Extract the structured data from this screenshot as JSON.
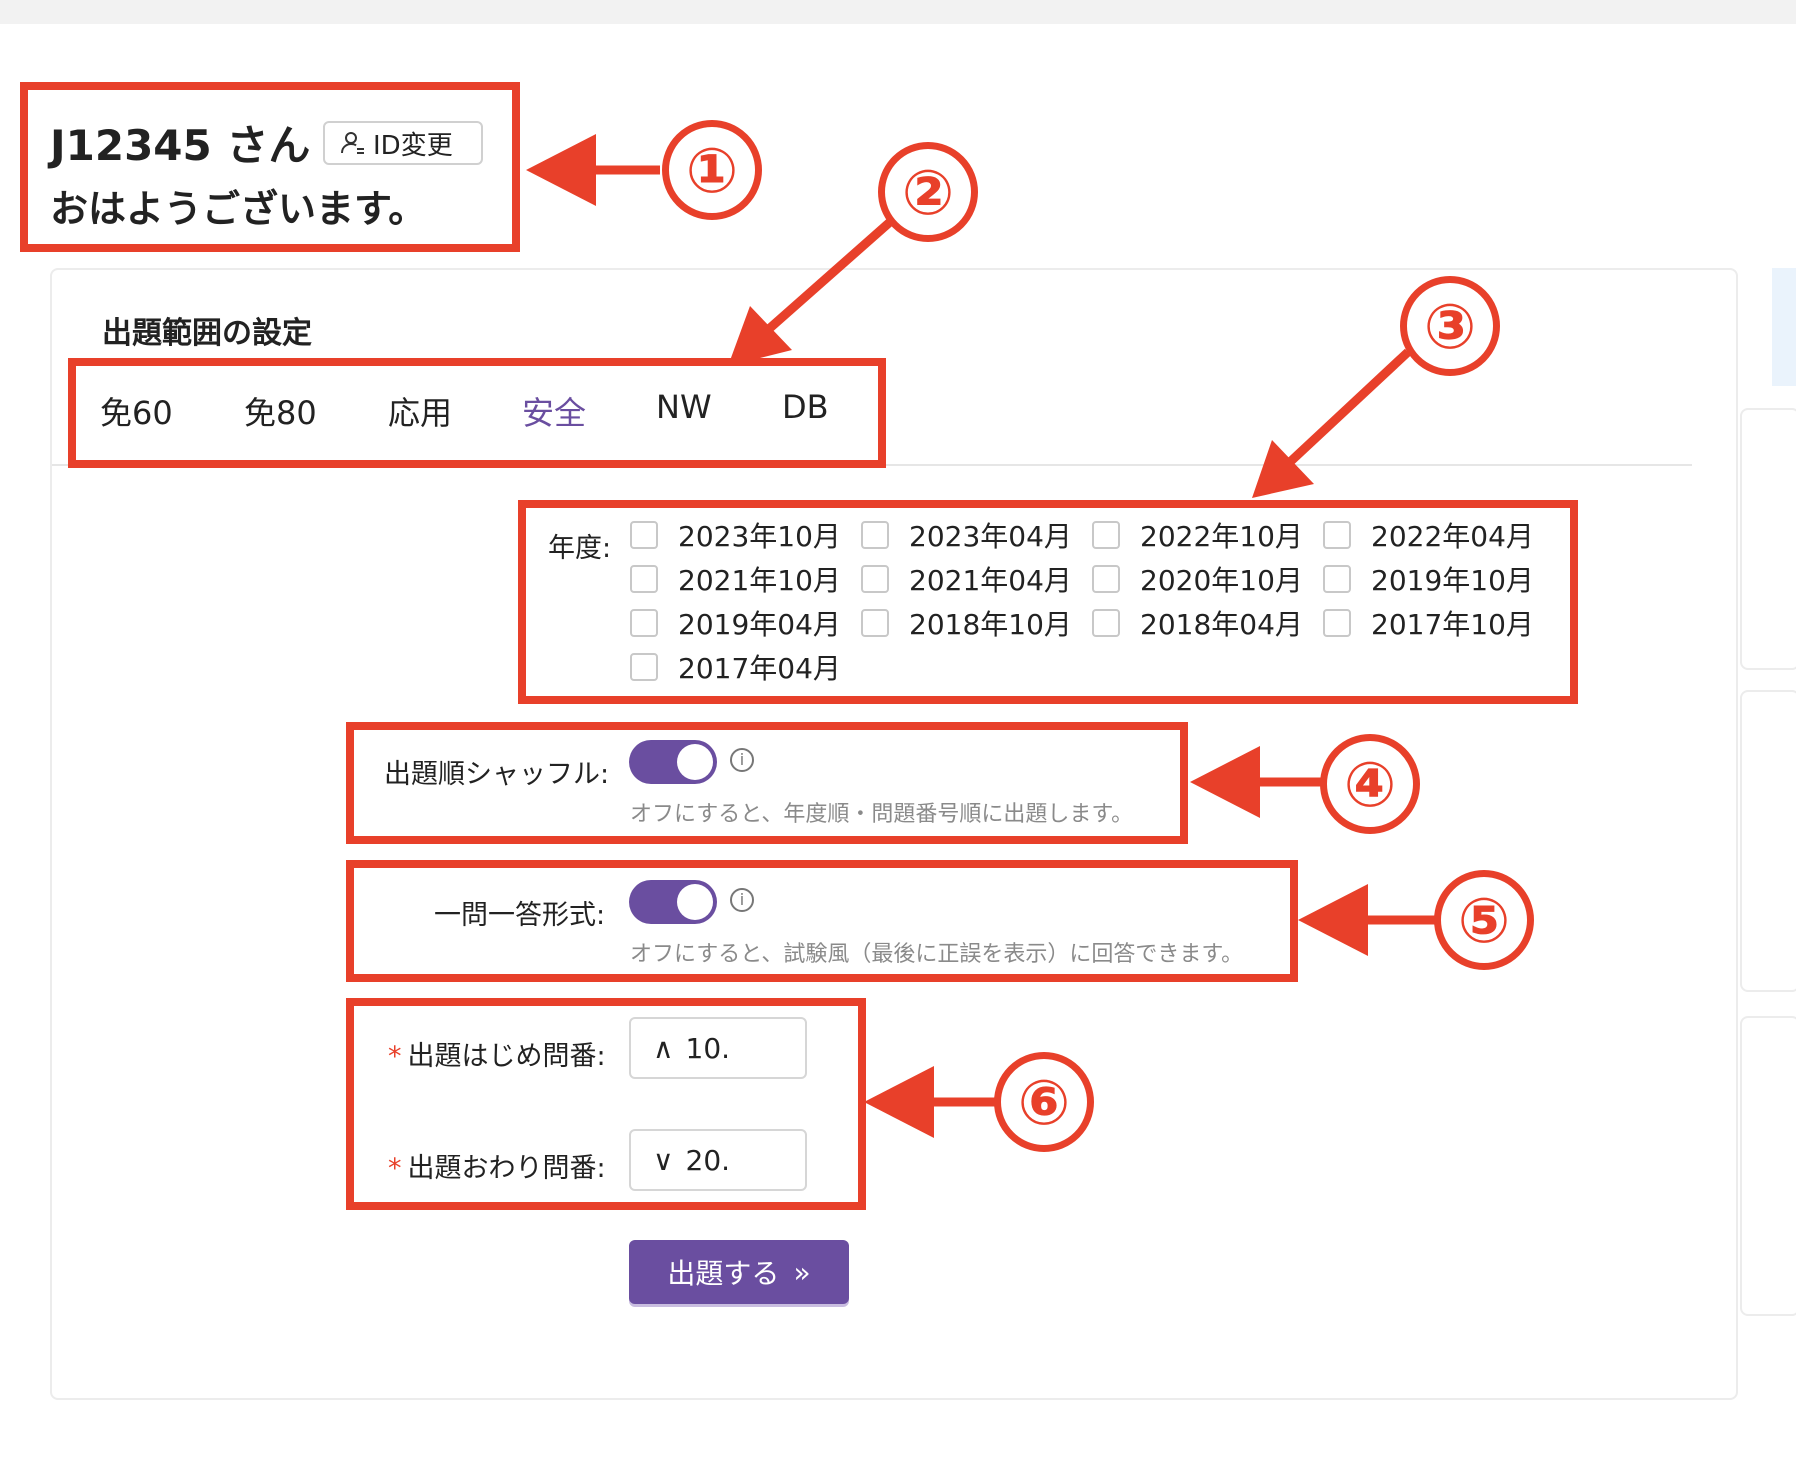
{
  "greeting": {
    "name_line": "J12345 さん",
    "id_change_label": "ID変更",
    "message": "おはようございます。"
  },
  "settings": {
    "title": "出題範囲の設定",
    "tabs": [
      {
        "label": "免60",
        "active": false
      },
      {
        "label": "免80",
        "active": false
      },
      {
        "label": "応用",
        "active": false
      },
      {
        "label": "安全",
        "active": true
      },
      {
        "label": "NW",
        "active": false
      },
      {
        "label": "DB",
        "active": false
      }
    ],
    "year_label": "年度:",
    "years": [
      "2023年10月",
      "2023年04月",
      "2022年10月",
      "2022年04月",
      "2021年10月",
      "2021年04月",
      "2020年10月",
      "2019年10月",
      "2019年04月",
      "2018年10月",
      "2018年04月",
      "2017年10月",
      "2017年04月"
    ],
    "shuffle": {
      "label": "出題順シャッフル:",
      "on": true,
      "help": "オフにすると、年度順・問題番号順に出題します。"
    },
    "one_by_one": {
      "label": "一問一答形式:",
      "on": true,
      "help": "オフにすると、試験風（最後に正誤を表示）に回答できます。"
    },
    "start_no": {
      "label": "出題はじめ問番:",
      "value": "10."
    },
    "end_no": {
      "label": "出題おわり問番:",
      "value": "20."
    },
    "required_mark": "*",
    "submit_label": "出題する",
    "info_glyph": "i",
    "up_glyph": "∧",
    "down_glyph": "∨",
    "submit_glyph": "»"
  },
  "annotations": [
    "①",
    "②",
    "③",
    "④",
    "⑤",
    "⑥"
  ],
  "colors": {
    "accent": "#6a4ea0",
    "annotation": "#e8402a"
  }
}
